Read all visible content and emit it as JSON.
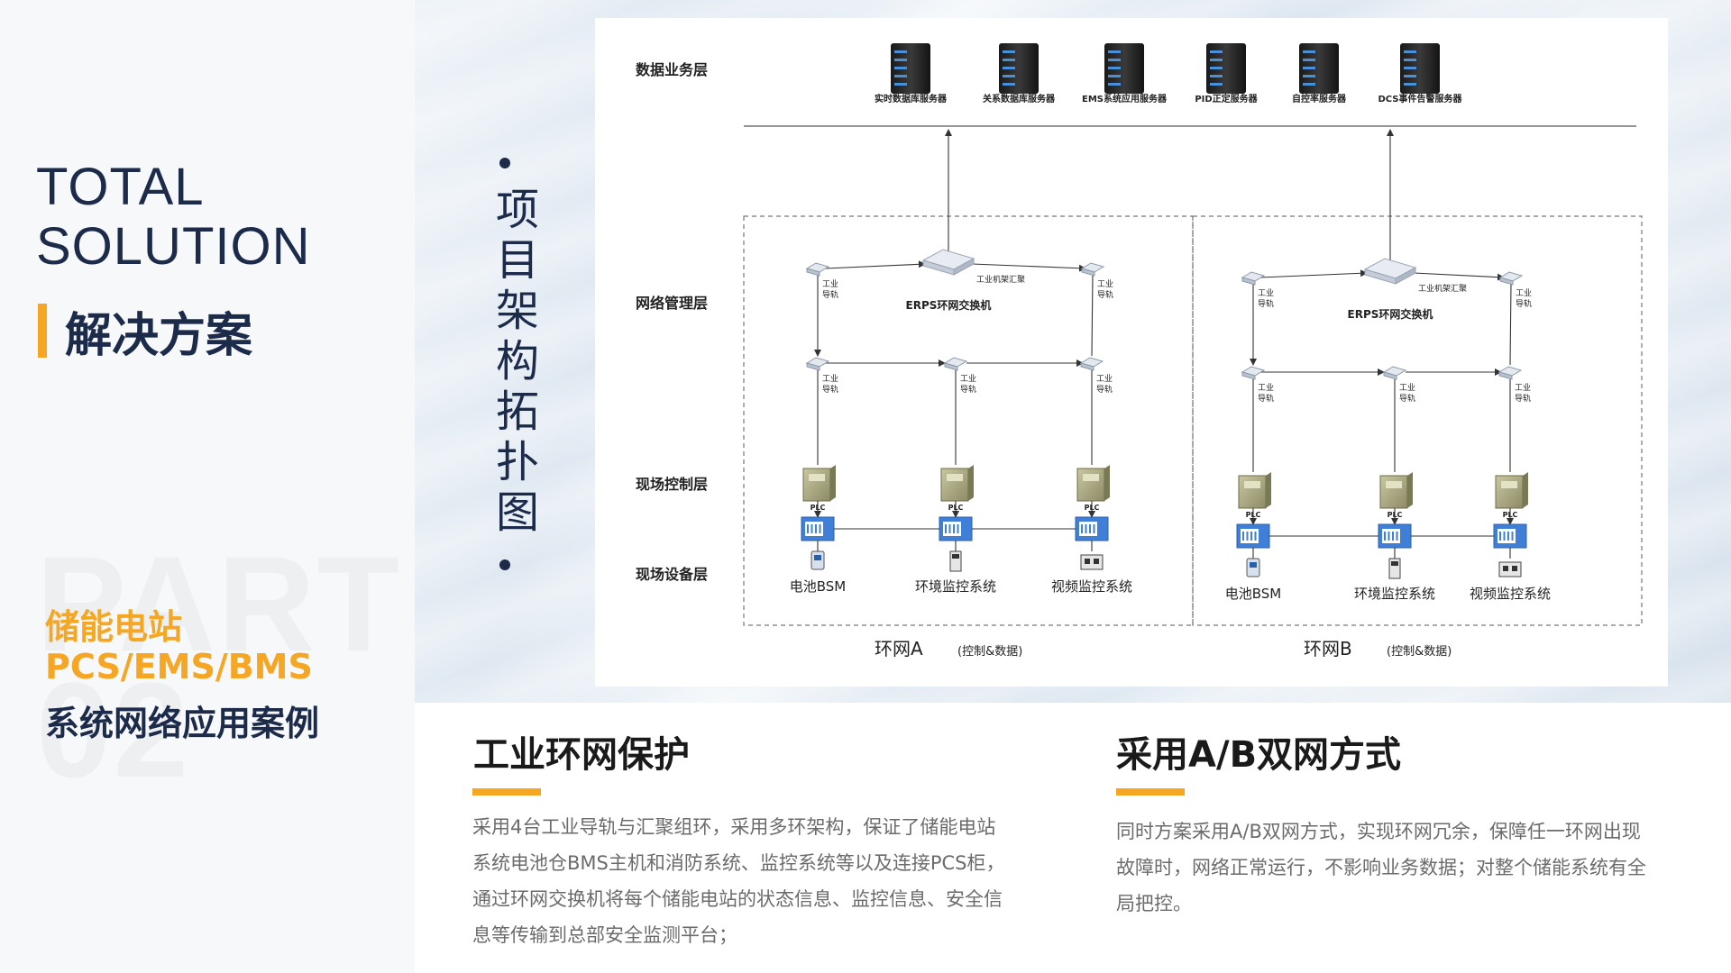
{
  "left": {
    "total_line1": "TOTAL",
    "total_line2": "SOLUTION",
    "title_cn": "解决方案",
    "part_bg_line1": "PART",
    "part_bg_line2": "02",
    "case_line1": "储能电站",
    "case_line2": "PCS/EMS/BMS",
    "case_line3": "系统网络应用案例"
  },
  "vertical_title": [
    "项",
    "目",
    "架",
    "构",
    "拓",
    "扑",
    "图"
  ],
  "diagram": {
    "layers": {
      "data": "数据业务层",
      "network": "网络管理层",
      "control": "现场控制层",
      "device": "现场设备层"
    },
    "servers": [
      "实时数据库服务器",
      "关系数据库服务器",
      "EMS系统应用服务器",
      "PID正定服务器",
      "自控率服务器",
      "DCS事件告警服务器"
    ],
    "aggregator_label": "工业机架汇聚",
    "rail_label_1": "工业",
    "rail_label_2": "导轨",
    "erps_label": "ERPS环网交换机",
    "plc_label": "PLC",
    "devices": [
      "电池BSM",
      "环境监控系统",
      "视频监控系统"
    ],
    "ring_a": "环网A",
    "ring_b": "环网B",
    "ring_sub": "(控制&数据)"
  },
  "sections": [
    {
      "title": "工业环网保护",
      "lines": [
        "采用4台工业导轨与汇聚组环，采用多环架构，保证了储能电站",
        "系统电池仓BMS主机和消防系统、监控系统等以及连接PCS柜，",
        "通过环网交换机将每个储能电站的状态信息、监控信息、安全信",
        "息等传输到总部安全监测平台；"
      ]
    },
    {
      "title": "采用A/B双网方式",
      "lines": [
        "同时方案采用A/B双网方式，实现环网冗余，保障任一环网出现",
        "故障时，网络正常运行，不影响业务数据；对整个储能系统有全",
        "局把控。"
      ]
    }
  ],
  "colors": {
    "navy": "#1c2b4a",
    "accent": "#f5a623",
    "body_text": "#6b6b6b"
  }
}
